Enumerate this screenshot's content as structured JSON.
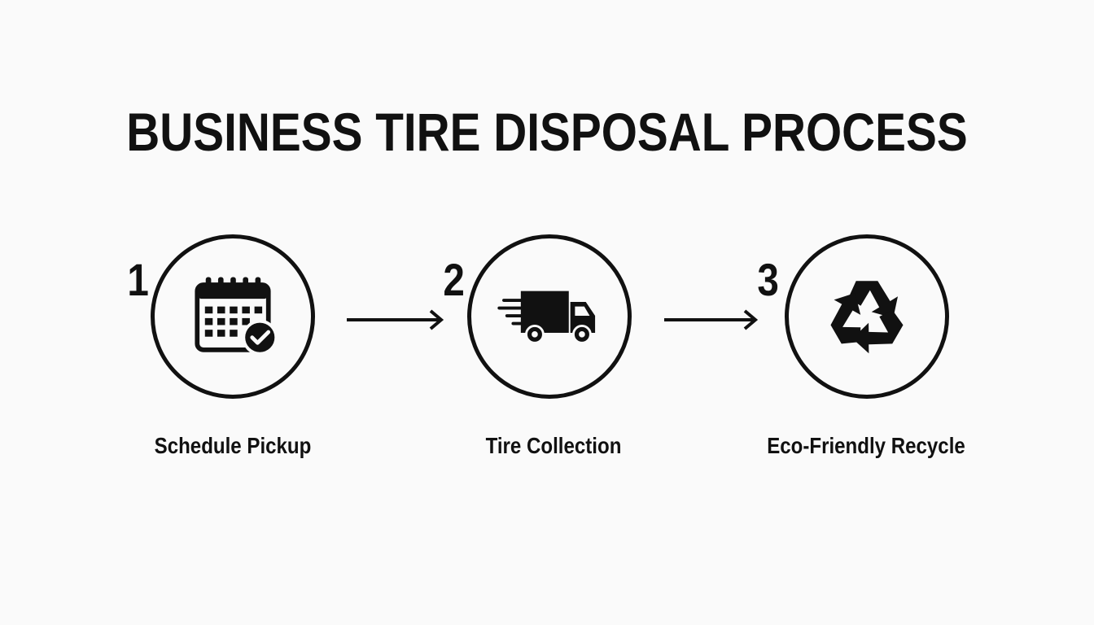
{
  "title": "BUSINESS TIRE DISPOSAL PROCESS",
  "steps": [
    {
      "number": "1",
      "label": "Schedule Pickup",
      "icon": "calendar-check-icon"
    },
    {
      "number": "2",
      "label": "Tire Collection",
      "icon": "delivery-truck-icon"
    },
    {
      "number": "3",
      "label": "Eco-Friendly Recycle",
      "icon": "recycle-icon"
    }
  ],
  "colors": {
    "ink": "#111111",
    "background": "#fafafa"
  }
}
